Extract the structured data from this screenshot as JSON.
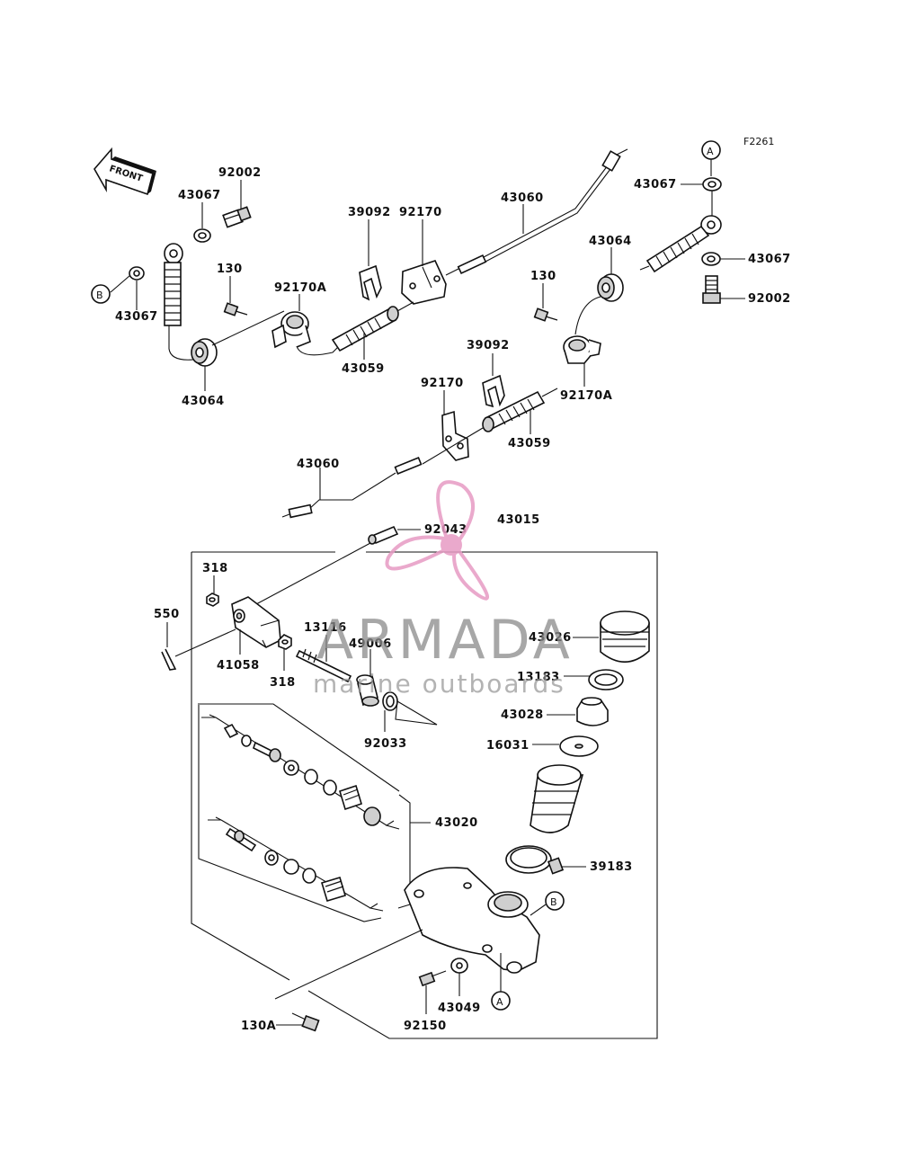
{
  "figure_code": "F2261",
  "front_label": "FRONT",
  "ref_a": "A",
  "ref_b": "B",
  "watermark": {
    "brand": "ARMADA",
    "tagline": "marine outboards",
    "logo_color": "#e79bc4"
  },
  "parts": {
    "p92002_left": "92002",
    "p43067_left_top": "43067",
    "p43067_left_bottom": "43067",
    "p43064_left": "43064",
    "p130_left": "130",
    "p92170A_left": "92170A",
    "p39092_top": "39092",
    "p92170_top": "92170",
    "p43059_top": "43059",
    "p43060_top": "43060",
    "p43067_right_top": "43067",
    "p43067_right_bottom": "43067",
    "p92002_right": "92002",
    "p43064_right": "43064",
    "p130_right": "130",
    "p92170A_right": "92170A",
    "p39092_mid": "39092",
    "p92170_mid": "92170",
    "p43059_mid": "43059",
    "p43060_mid": "43060",
    "p43015": "43015",
    "p92043": "92043",
    "p318_top": "318",
    "p550": "550",
    "p41058": "41058",
    "p318_bottom": "318",
    "p13116": "13116",
    "p49006": "49006",
    "p92033": "92033",
    "p43026": "43026",
    "p13183": "13183",
    "p43028": "43028",
    "p16031": "16031",
    "p43020": "43020",
    "p39183": "39183",
    "p92150": "92150",
    "p43049": "43049",
    "p130A": "130A"
  }
}
